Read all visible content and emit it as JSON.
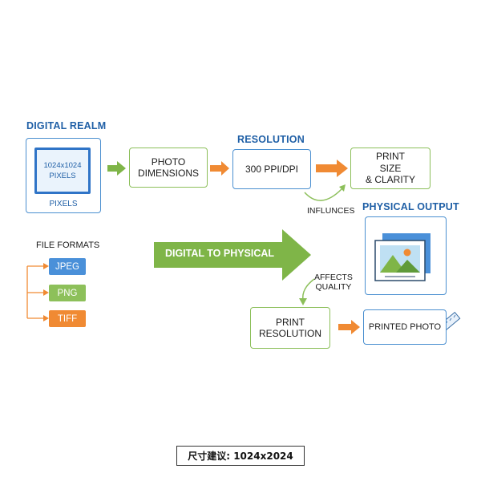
{
  "digital_realm": {
    "heading": "DIGITAL REALM",
    "pixel_value": "1024x1024",
    "pixel_unit": "PIXELS",
    "frame_label": "PIXELS"
  },
  "resolution": {
    "heading": "RESOLUTION"
  },
  "flow": {
    "photo_dimensions": "PHOTO\nDIMENSIONS",
    "ppi": "300 PPI/DPI",
    "print_size": "PRINT\nSIZE\n& CLARITY",
    "influences": "INFLUNCES"
  },
  "physical_output": {
    "heading": "PHYSICAL OUTPUT"
  },
  "file_formats": {
    "heading": "FILE FORMATS",
    "items": [
      {
        "label": "JPEG",
        "color": "#4a90d9"
      },
      {
        "label": "PNG",
        "color": "#8dc05a"
      },
      {
        "label": "TIFF",
        "color": "#f08a33"
      }
    ]
  },
  "big_arrow": {
    "label": "DIGITAL TO PHYSICAL",
    "color": "#7fb548"
  },
  "quality": {
    "affects": "AFFECTS\nQUALITY",
    "print_resolution": "PRINT\nRESOLUTION",
    "printed_photo": "PRINTED PHOTO"
  },
  "colors": {
    "blue": "#1f5fa6",
    "green": "#8cbf5a",
    "orange": "#f08a33"
  },
  "caption": "尺寸建议: 1024x2024"
}
